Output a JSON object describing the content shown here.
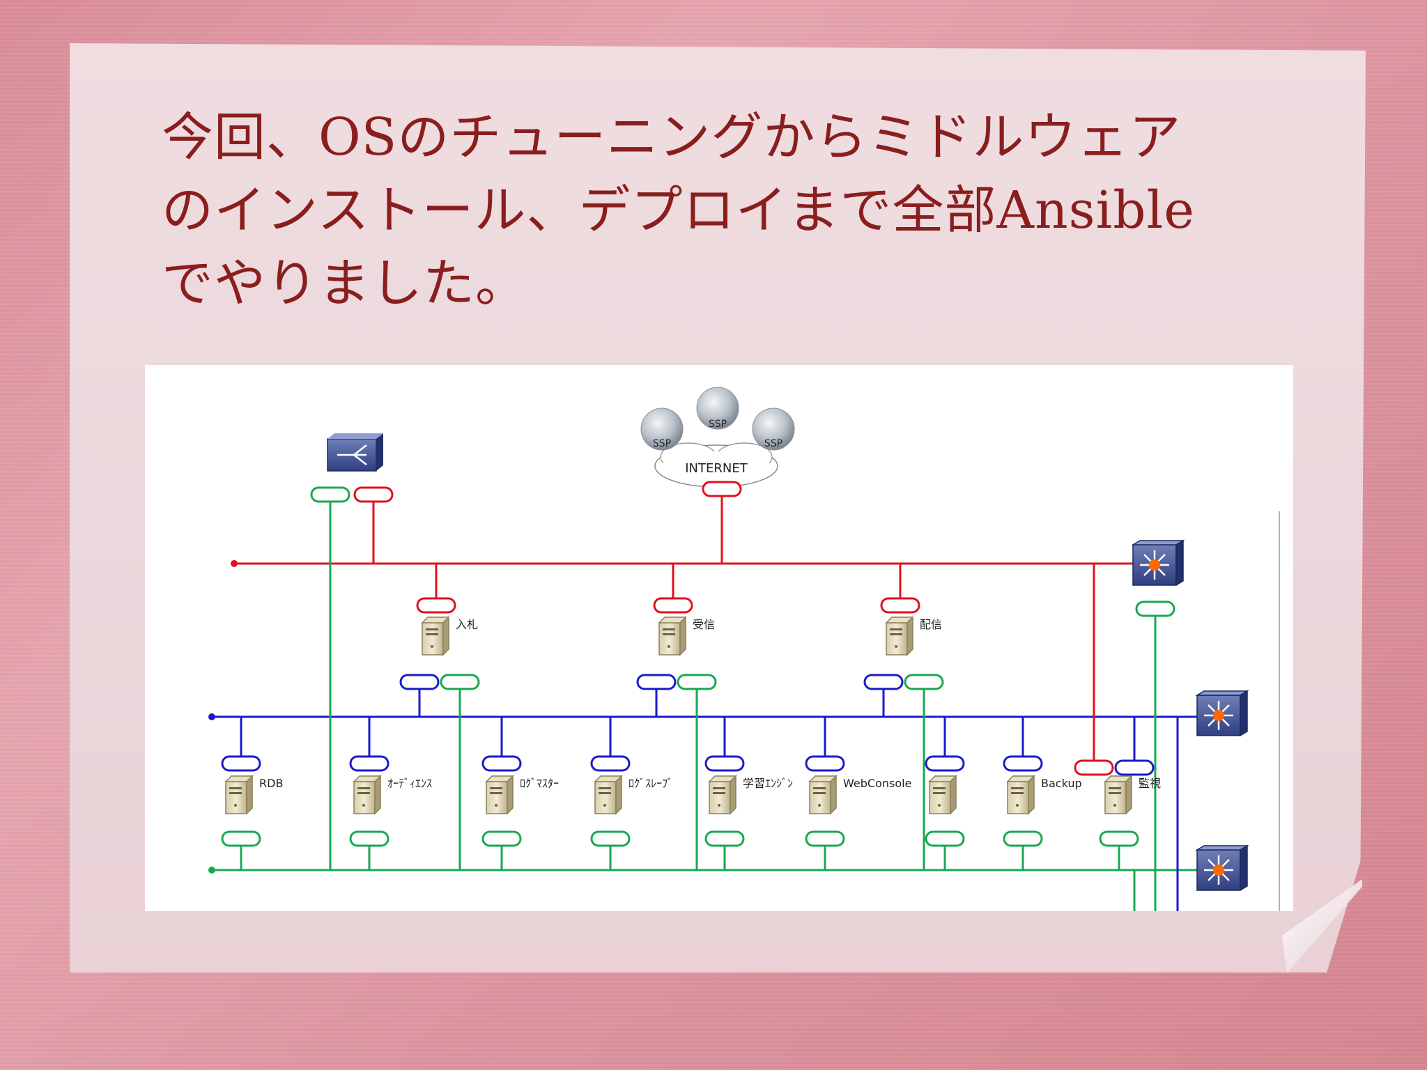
{
  "slide": {
    "title_lines": [
      "今回、OSのチューニングからミドルウェア",
      "のインストール、デプロイまで全部Ansible",
      "でやりました。"
    ]
  },
  "diagram": {
    "cloud_label": "INTERNET",
    "ssp_labels": [
      "SSP",
      "SSP",
      "SSP"
    ],
    "middle_servers": [
      "入札",
      "受信",
      "配信"
    ],
    "bottom_servers": [
      "RDB",
      "ｵｰﾃﾞｨｴﾝｽ",
      "ﾛｸﾞﾏｽﾀｰ",
      "ﾛｸﾞｽﾚｰﾌﾞ",
      "学習ｴﾝｼﾞﾝ",
      "WebConsole",
      "",
      "Backup",
      "監視"
    ],
    "colors": {
      "red_network": "#e0101c",
      "blue_network": "#1a1acc",
      "green_network": "#18a850",
      "title": "#8a1e1e"
    }
  }
}
